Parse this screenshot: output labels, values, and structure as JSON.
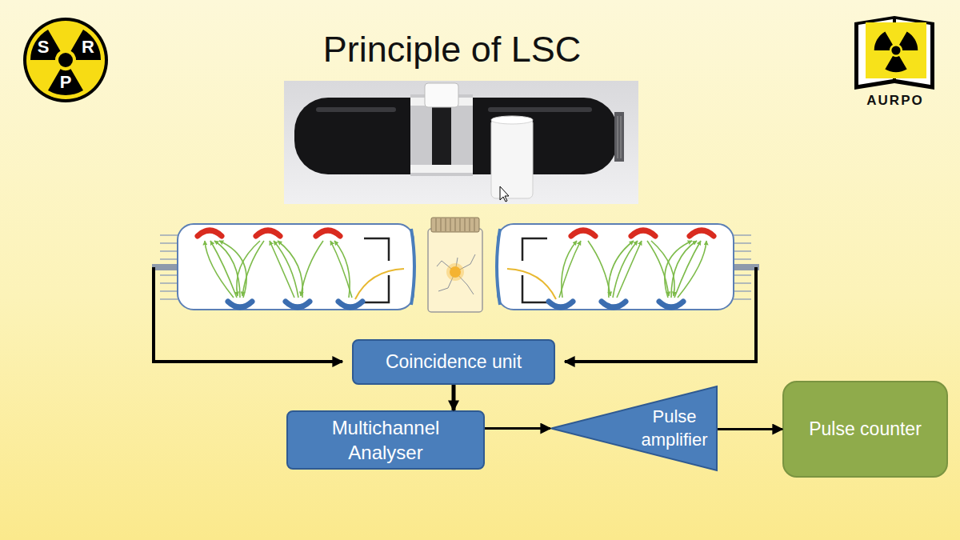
{
  "diagram": {
    "title": "Principle of LSC",
    "nodes": [
      {
        "text": [
          "Coincidence unit"
        ]
      },
      {
        "text": [
          "Multichannel Analyser"
        ]
      },
      {
        "text": [
          "Pulse amplifier"
        ]
      },
      {
        "text": [
          "Pulse counter"
        ]
      }
    ],
    "edges": [
      {
        "from": 0,
        "to": 1,
        "arrow": "to"
      },
      {
        "from": 1,
        "to": 2,
        "arrow": "to"
      },
      {
        "from": 2,
        "to": 3,
        "arrow": "to"
      }
    ],
    "labels": [
      "S",
      "R",
      "P",
      "AURPO"
    ]
  }
}
